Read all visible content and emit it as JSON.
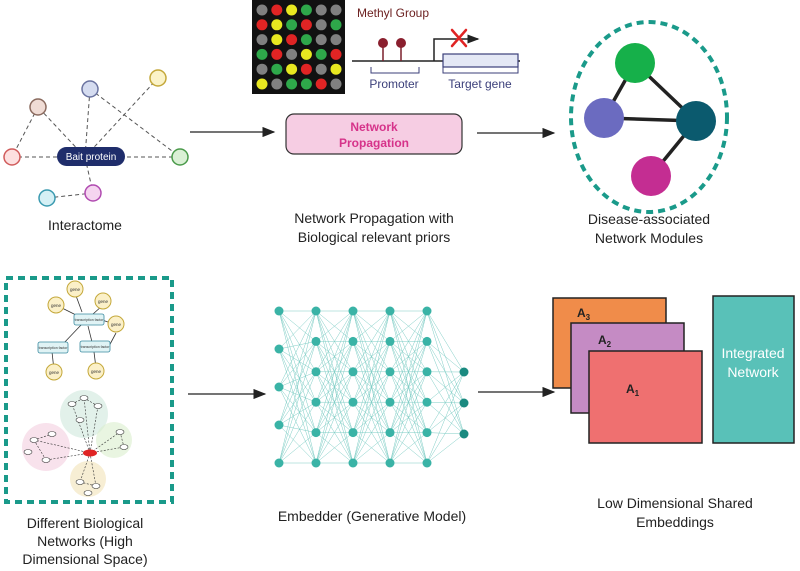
{
  "top_row": {
    "interactome": {
      "bait_label": "Bait protein",
      "caption": "Interactome"
    },
    "methylation": {
      "methyl_label": "Methyl Group",
      "promoter_label": "Promoter",
      "target_gene_label": "Target gene"
    },
    "propagation": {
      "box_line1": "Network",
      "box_line2": "Propagation",
      "caption_line1": "Network Propagation with",
      "caption_line2": "Biological relevant priors"
    },
    "modules": {
      "caption_line1": "Disease-associated",
      "caption_line2": "Network Modules"
    }
  },
  "bottom_row": {
    "bio_networks": {
      "caption_line1": "Different Biological",
      "caption_line2": "Networks (High",
      "caption_line3": "Dimensional Space)",
      "gene_label": "gene",
      "tf_label": "transcription factor"
    },
    "embedder": {
      "caption": "Embedder (Generative Model)",
      "layers": [
        5,
        6,
        6,
        6,
        6,
        3
      ]
    },
    "embeddings": {
      "a3": "A",
      "a3_sub": "3",
      "a2": "A",
      "a2_sub": "2",
      "a1": "A",
      "a1_sub": "1",
      "integrated_line1": "Integrated",
      "integrated_line2": "Network",
      "caption_line1": "Low Dimensional Shared",
      "caption_line2": "Embeddings"
    }
  },
  "colors": {
    "heatmap": [
      "#e02424",
      "#e8e820",
      "#2ea84a",
      "#808080"
    ],
    "propagation_fill": "#f6cde3",
    "propagation_text": "#d6338a",
    "module_border": "#1a9a8a",
    "node_green": "#16b04a",
    "node_purple": "#6b6bc0",
    "node_teal": "#0b5a6e",
    "node_magenta": "#c42d92",
    "embed_orange": "#f08c4a",
    "embed_purple": "#c58bc4",
    "embed_red": "#ef7070",
    "integrated": "#59c1b8",
    "nn_node": "#3ab3a6"
  }
}
